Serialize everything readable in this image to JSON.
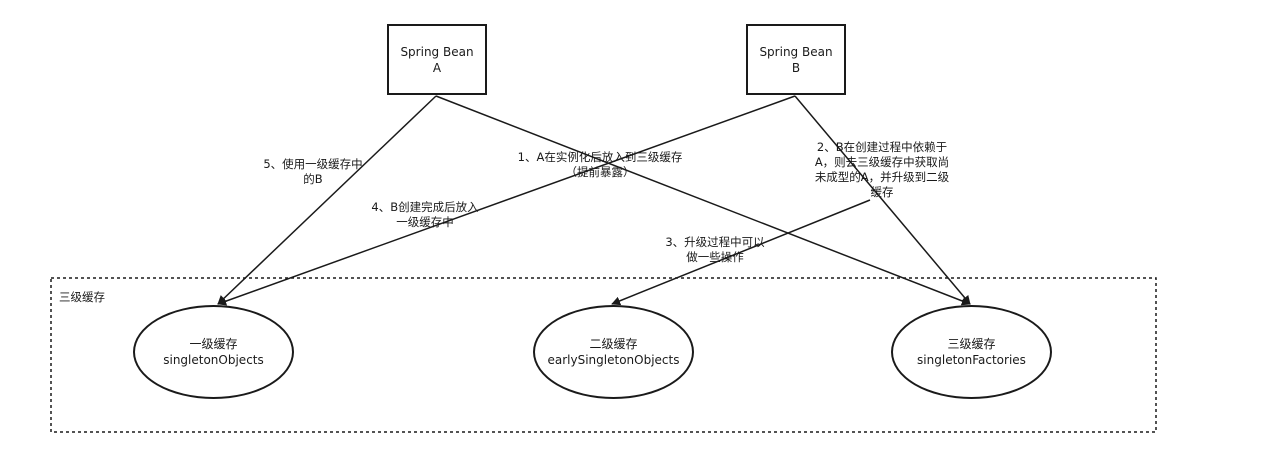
{
  "beans": [
    {
      "id": "bean-a",
      "label": "Spring Bean\nA"
    },
    {
      "id": "bean-b",
      "label": "Spring Bean\nB"
    }
  ],
  "container": {
    "title": "三级缓存"
  },
  "caches": [
    {
      "id": "cache-1",
      "label": "一级缓存\nsingletonObjects"
    },
    {
      "id": "cache-2",
      "label": "二级缓存\nearlySingletonObjects"
    },
    {
      "id": "cache-3",
      "label": "三级缓存\nsingletonFactories"
    }
  ],
  "edge_labels": {
    "step1": "1、A在实例化后放入到三级缓存\n（提前暴露）",
    "step2": "2、B在创建过程中依赖于\nA，则去三级缓存中获取尚\n未成型的A，并升级到二级\n缓存",
    "step3": "3、升级过程中可以\n做一些操作",
    "step4": "4、B创建完成后放入\n一级缓存中",
    "step5": "5、使用一级缓存中\n的B"
  }
}
